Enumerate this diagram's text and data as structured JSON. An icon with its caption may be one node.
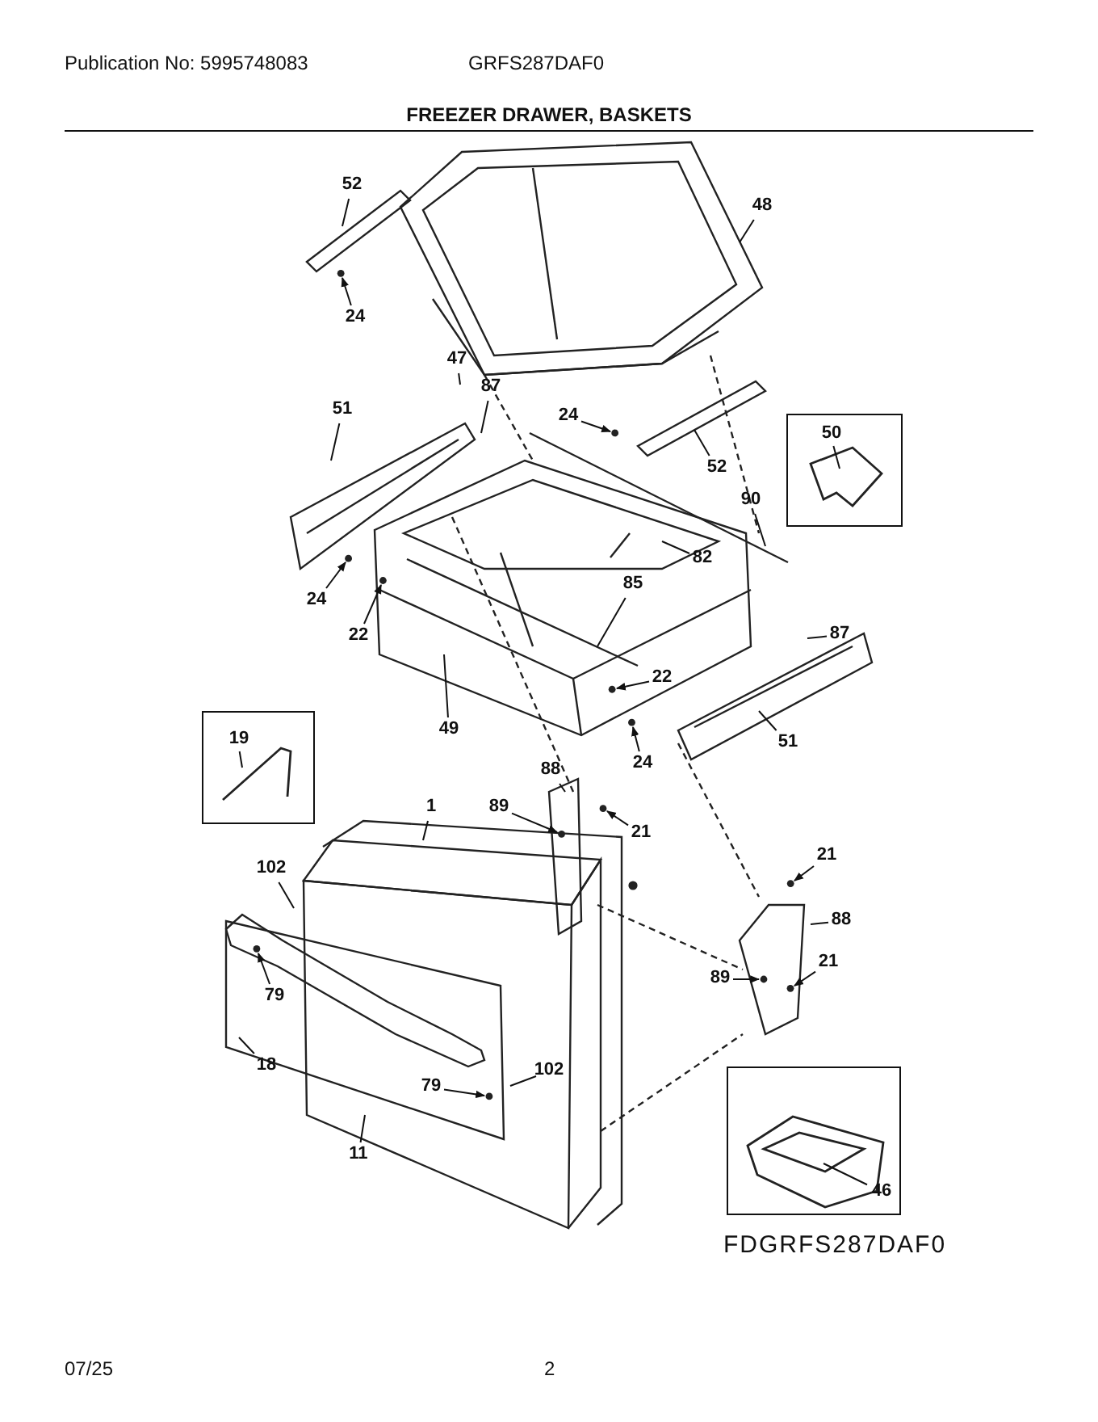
{
  "diagram": {
    "title": "FREEZER DRAWER, BASKETS",
    "nodes": [
      {
        "text": [
          "52"
        ]
      },
      {
        "text": [
          "48"
        ]
      },
      {
        "text": [
          "24"
        ]
      },
      {
        "text": [
          "47"
        ]
      },
      {
        "text": [
          "51"
        ]
      },
      {
        "text": [
          "87"
        ]
      },
      {
        "text": [
          "24"
        ]
      },
      {
        "text": [
          "52"
        ]
      },
      {
        "text": [
          "50"
        ]
      },
      {
        "text": [
          "90"
        ]
      },
      {
        "text": [
          "82"
        ]
      },
      {
        "text": [
          "24"
        ]
      },
      {
        "text": [
          "22"
        ]
      },
      {
        "text": [
          "85"
        ]
      },
      {
        "text": [
          "87"
        ]
      },
      {
        "text": [
          "22"
        ]
      },
      {
        "text": [
          "19"
        ]
      },
      {
        "text": [
          "49"
        ]
      },
      {
        "text": [
          "88"
        ]
      },
      {
        "text": [
          "24"
        ]
      },
      {
        "text": [
          "51"
        ]
      },
      {
        "text": [
          "89"
        ]
      },
      {
        "text": [
          "1"
        ]
      },
      {
        "text": [
          "21"
        ]
      },
      {
        "text": [
          "102"
        ]
      },
      {
        "text": [
          "21"
        ]
      },
      {
        "text": [
          "88"
        ]
      },
      {
        "text": [
          "89"
        ]
      },
      {
        "text": [
          "21"
        ]
      },
      {
        "text": [
          "79"
        ]
      },
      {
        "text": [
          "18"
        ]
      },
      {
        "text": [
          "102"
        ]
      },
      {
        "text": [
          "79"
        ]
      },
      {
        "text": [
          "46"
        ]
      },
      {
        "text": [
          "11"
        ]
      }
    ],
    "edges": [
      {
        "from": 0,
        "to": null,
        "arrow": "none"
      },
      {
        "from": 1,
        "to": null,
        "arrow": "none"
      },
      {
        "from": 2,
        "to": null,
        "arrow": "to"
      },
      {
        "from": 3,
        "to": null,
        "arrow": "none"
      },
      {
        "from": 4,
        "to": null,
        "arrow": "none"
      },
      {
        "from": 5,
        "to": null,
        "arrow": "none"
      },
      {
        "from": 6,
        "to": null,
        "arrow": "to"
      },
      {
        "from": 7,
        "to": null,
        "arrow": "none"
      },
      {
        "from": 8,
        "to": null,
        "arrow": "none"
      },
      {
        "from": 9,
        "to": null,
        "arrow": "none"
      },
      {
        "from": 10,
        "to": null,
        "arrow": "none"
      },
      {
        "from": 11,
        "to": null,
        "arrow": "to"
      },
      {
        "from": 12,
        "to": null,
        "arrow": "to"
      },
      {
        "from": 13,
        "to": null,
        "arrow": "none"
      },
      {
        "from": 14,
        "to": null,
        "arrow": "none"
      },
      {
        "from": 15,
        "to": null,
        "arrow": "to"
      },
      {
        "from": 16,
        "to": null,
        "arrow": "none"
      },
      {
        "from": 17,
        "to": null,
        "arrow": "none"
      },
      {
        "from": 18,
        "to": null,
        "arrow": "none"
      },
      {
        "from": 19,
        "to": null,
        "arrow": "to"
      },
      {
        "from": 20,
        "to": null,
        "arrow": "none"
      },
      {
        "from": 21,
        "to": null,
        "arrow": "to"
      },
      {
        "from": 22,
        "to": null,
        "arrow": "none"
      },
      {
        "from": 23,
        "to": null,
        "arrow": "to"
      },
      {
        "from": 24,
        "to": null,
        "arrow": "none"
      },
      {
        "from": 25,
        "to": null,
        "arrow": "to"
      },
      {
        "from": 26,
        "to": null,
        "arrow": "none"
      },
      {
        "from": 27,
        "to": null,
        "arrow": "to"
      },
      {
        "from": 28,
        "to": null,
        "arrow": "to"
      },
      {
        "from": 29,
        "to": null,
        "arrow": "to"
      },
      {
        "from": 30,
        "to": null,
        "arrow": "none"
      },
      {
        "from": 31,
        "to": null,
        "arrow": "none"
      },
      {
        "from": 32,
        "to": null,
        "arrow": "to"
      },
      {
        "from": 33,
        "to": null,
        "arrow": "none"
      },
      {
        "from": 34,
        "to": null,
        "arrow": "none"
      }
    ],
    "labels": [
      "Publication No: 5995748083",
      "GRFS287DAF0",
      "FDGRFS287DAF0",
      "07/25",
      "2"
    ]
  }
}
